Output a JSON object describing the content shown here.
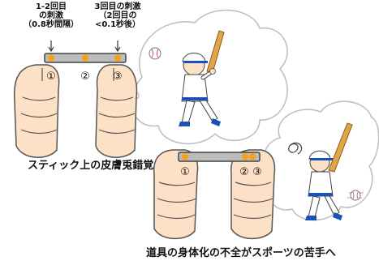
{
  "labels": {
    "stim12": [
      "1-2回目",
      "の刺激",
      "（0.8秒間隔）"
    ],
    "stim3": [
      "3回目の刺激",
      "（2回目の",
      "<0.1秒後）"
    ]
  },
  "marker_numbers": {
    "top": [
      "①",
      "②",
      "③"
    ],
    "bottom": [
      "①",
      "②",
      "③"
    ]
  },
  "captions": {
    "top": "スティック上の皮膚兎錯覚",
    "bottom": "道具の身体化の不全がスポーツの苦手へ"
  },
  "colors": {
    "stick": "#bcbcbc",
    "marker": "#f4a21e",
    "skin": "#fde1c6",
    "uniform": "#ffffff",
    "cap": "#1a50b8",
    "bat": "#e0a64a"
  }
}
